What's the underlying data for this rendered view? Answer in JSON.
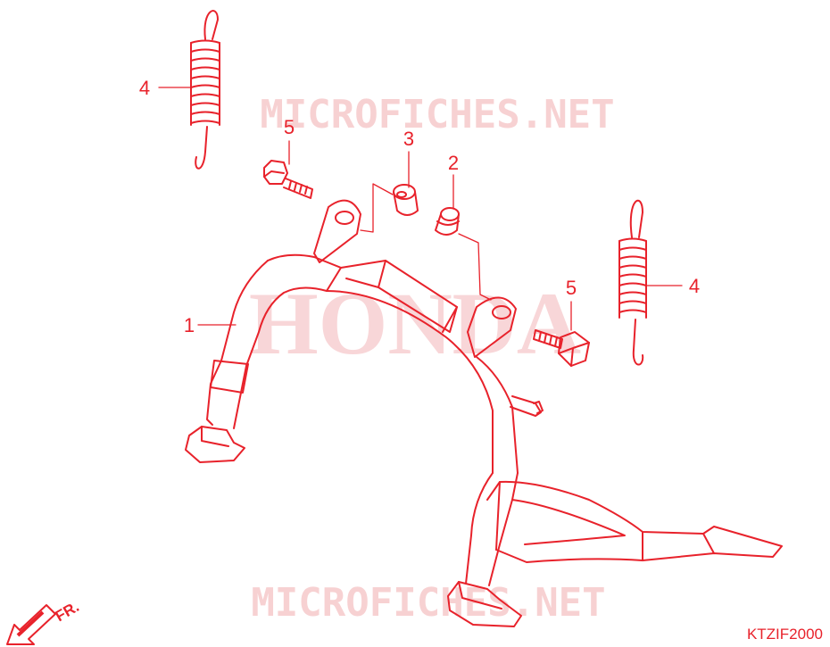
{
  "watermarks": {
    "top": "MICROFICHES.NET",
    "center": "HONDA",
    "bottom": "MICROFICHES.NET"
  },
  "callouts": {
    "frame": "1",
    "collar": "2",
    "rubber": "3",
    "spring_left": "4",
    "spring_right": "4",
    "bolt_left": "5",
    "bolt_right": "5"
  },
  "direction_label": "FR.",
  "diagram_code": "KTZIF2000",
  "colors": {
    "line": "#e8222b",
    "watermark": "#f6c9cb"
  }
}
